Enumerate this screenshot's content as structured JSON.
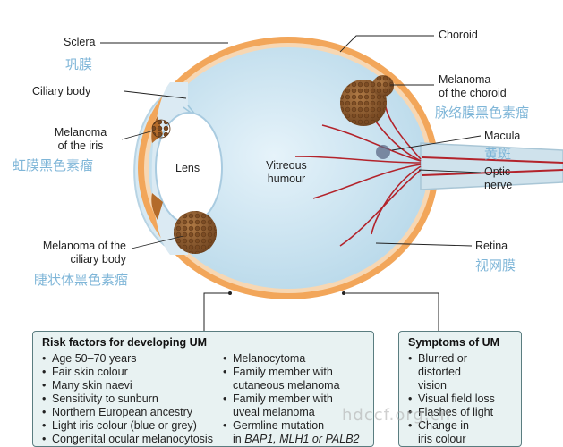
{
  "labels": {
    "sclera": "Sclera",
    "sclera_zh": "巩膜",
    "ciliary_body": "Ciliary body",
    "melanoma_iris_1": "Melanoma",
    "melanoma_iris_2": "of the iris",
    "melanoma_iris_zh": "虹膜黑色素瘤",
    "melanoma_ciliary_1": "Melanoma of the",
    "melanoma_ciliary_2": "ciliary body",
    "melanoma_ciliary_zh": "睫状体黑色素瘤",
    "lens": "Lens",
    "vitreous_1": "Vitreous",
    "vitreous_2": "humour",
    "choroid": "Choroid",
    "melanoma_choroid_1": "Melanoma",
    "melanoma_choroid_2": "of the choroid",
    "melanoma_choroid_zh": "脉络膜黑色素瘤",
    "macula": "Macula",
    "macula_zh": "黄斑",
    "optic_1": "Optic",
    "optic_2": "nerve",
    "retina": "Retina",
    "retina_zh": "视网膜"
  },
  "risk_box": {
    "title": "Risk factors for developing UM",
    "col1": [
      "Age 50–70 years",
      "Fair skin colour",
      "Many skin naevi",
      "Sensitivity to sunburn",
      "Northern European ancestry",
      "Light iris colour (blue or grey)",
      "Congenital ocular melanocytosis"
    ],
    "col2": [
      {
        "text": "Melanocytoma",
        "bullet": true
      },
      {
        "text": "Family member with",
        "bullet": true
      },
      {
        "text": "cutaneous melanoma",
        "bullet": false
      },
      {
        "text": "Family member with",
        "bullet": true
      },
      {
        "text": "uveal melanoma",
        "bullet": false
      },
      {
        "text": "Germline mutation",
        "bullet": true
      }
    ],
    "col2_last_prefix": "in ",
    "col2_genes": "BAP1, MLH1 or PALB2"
  },
  "symptoms_box": {
    "title": "Symptoms of UM",
    "items": [
      {
        "text": "Blurred or",
        "bullet": true
      },
      {
        "text": "distorted",
        "bullet": false
      },
      {
        "text": "vision",
        "bullet": false
      },
      {
        "text": "Visual field loss",
        "bullet": true
      },
      {
        "text": "Flashes of light",
        "bullet": true
      },
      {
        "text": "Change in",
        "bullet": true
      },
      {
        "text": "iris colour",
        "bullet": false
      }
    ]
  },
  "watermark": "hdccf.org.cn",
  "colors": {
    "sclera_orange": "#f2a65a",
    "vitreous_blue": "#cfe6f2",
    "tumour_brown": "#8c5a2f",
    "vessel_red": "#b3232b",
    "box_fill": "#e8f2f2"
  }
}
